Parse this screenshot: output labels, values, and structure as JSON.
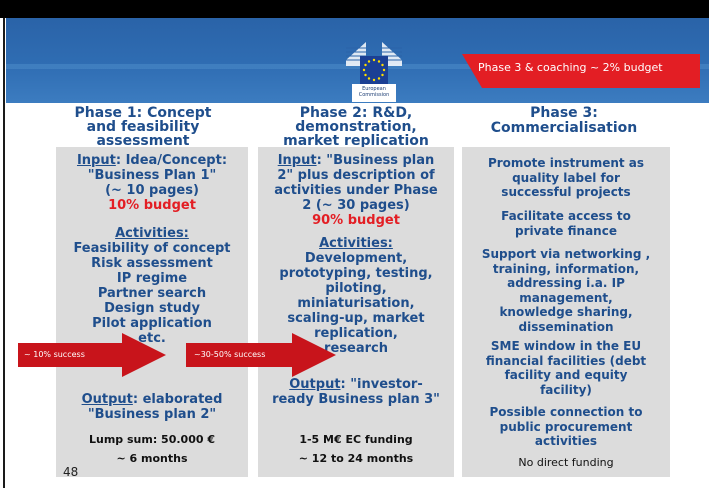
{
  "banner": {
    "logo_caption_1": "European",
    "logo_caption_2": "Commission",
    "phase3_flag": "Phase 3 & coaching ~ 2% budget"
  },
  "phase1": {
    "title_1": "Phase 1: Concept",
    "title_2": "and feasibility",
    "title_3": "assessment",
    "input_label": "Input",
    "input_1": ": Idea/Concept:",
    "input_2": "\"Business Plan 1\"",
    "input_3": "(~ 10 pages)",
    "budget": "10% budget",
    "activities_label": "Activities:",
    "activities": [
      "Feasibility of concept",
      "Risk assessment",
      "IP regime",
      "Partner search",
      "Design study",
      "Pilot application",
      "etc."
    ],
    "output_label": "Output",
    "output_1": ": elaborated",
    "output_2": "\"Business plan 2\"",
    "funding": "Lump sum: 50.000 €",
    "duration": "~ 6 months"
  },
  "phase2": {
    "title_1": "Phase 2: R&D,",
    "title_2": "demonstration,",
    "title_3": "market replication",
    "input_label": "Input",
    "input_1": ": \"Business plan",
    "input_2": "2\" plus description of",
    "input_3": "activities under Phase",
    "input_4": "2 (~ 30 pages)",
    "budget": "90% budget",
    "activities_label": "Activities:",
    "activities": [
      "Development,",
      "prototyping, testing,",
      "piloting,",
      "miniaturisation,",
      "scaling-up, market",
      "replication,",
      "research"
    ],
    "output_label": "Output",
    "output_1": ": \"investor-",
    "output_2": "ready Business plan 3\"",
    "funding": "1-5 M€ EC funding",
    "duration": "~ 12 to 24 months"
  },
  "phase3": {
    "title_1": "Phase 3:",
    "title_2": "Commercialisation",
    "items": [
      [
        "Promote instrument as",
        "quality label for",
        "successful projects"
      ],
      [
        "Facilitate access to",
        "private finance"
      ],
      [
        "Support via networking ,",
        "training, information,",
        "addressing i.a. IP",
        "management,",
        "knowledge sharing,",
        "dissemination"
      ],
      [
        "SME window in the EU",
        "financial facilities (debt",
        "facility and equity",
        "facility)"
      ],
      [
        "Possible connection to",
        "public procurement",
        "activities"
      ]
    ],
    "note": "No direct funding"
  },
  "arrows": {
    "a1": "~ 10% success",
    "a2": "~30-50% success"
  },
  "page_number": "48",
  "colors": {
    "banner_blue": "#2f6db3",
    "title_blue": "#1f4e8c",
    "accent_red": "#e31e24",
    "panel_gray": "#dcdcdc"
  }
}
